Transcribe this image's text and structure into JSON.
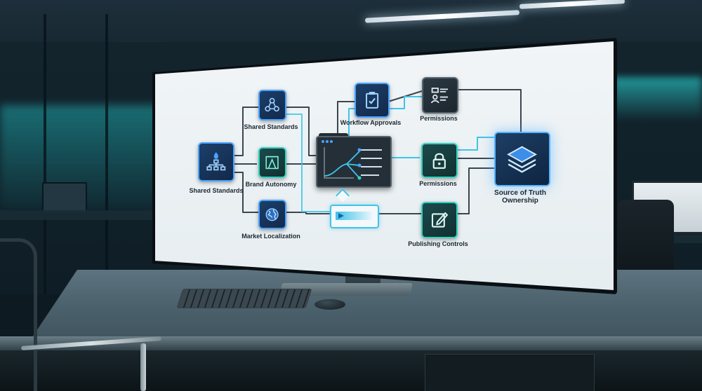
{
  "diagram": {
    "nodes": {
      "shared_standards_left": {
        "label": "Shared Standards",
        "icon": "hierarchy-icon"
      },
      "shared_standards_top": {
        "label": "Shared Standards",
        "icon": "network-icon"
      },
      "brand_autonomy": {
        "label": "Brand Autonomy",
        "icon": "triangle-frame-icon"
      },
      "market_localization": {
        "label": "Market Localization",
        "icon": "globe-icon"
      },
      "workflow_approvals": {
        "label": "Workflow Approvals",
        "icon": "clipboard-check-icon"
      },
      "permissions_top": {
        "label": "Permissions",
        "icon": "user-id-card-icon"
      },
      "permissions_mid": {
        "label": "Permissions",
        "icon": "padlock-icon"
      },
      "publishing_controls": {
        "label": "Publishing Controls",
        "icon": "edit-document-icon"
      },
      "source_of_truth": {
        "label": "Source of Truth Ownership",
        "icon": "layers-icon"
      }
    },
    "colors": {
      "connector": "#3a4650",
      "connector_accent": "#3fc4e8",
      "blue_border": "#4aa3ff",
      "teal_border": "#2fd3c0",
      "screen_bg": "#eef3f5"
    }
  }
}
